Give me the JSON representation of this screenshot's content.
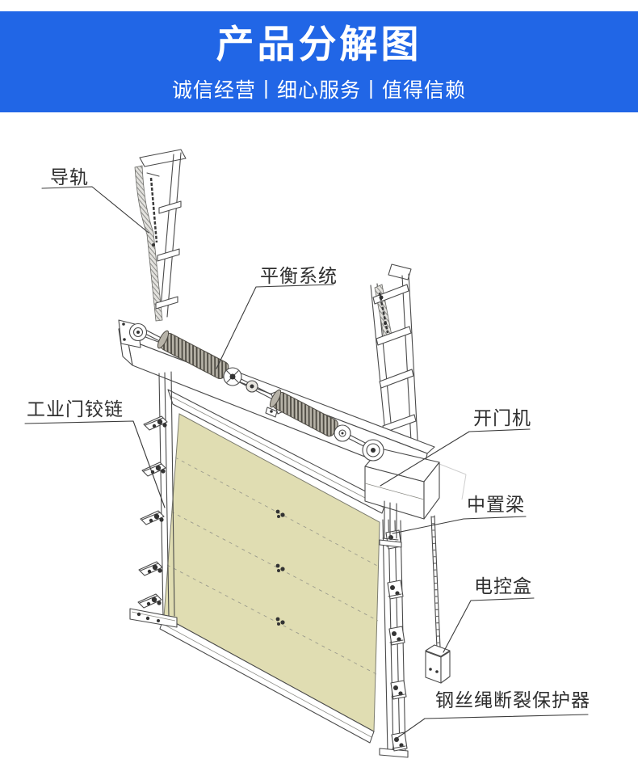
{
  "header": {
    "title": "产品分解图",
    "subtitle": "诚信经营丨细心服务丨值得信赖",
    "background_color": "#2166e6",
    "text_color": "#ffffff"
  },
  "diagram": {
    "description": "Exploded line drawing of an industrial sectional (overhead) door with torsion-spring balance system",
    "panel_color": "#e0ddb2",
    "line_color": "#4a4a4a",
    "labels": [
      {
        "id": "guide-rail",
        "text": "导轨"
      },
      {
        "id": "balance-system",
        "text": "平衡系统"
      },
      {
        "id": "industrial-door-hinge",
        "text": "工业门铰链"
      },
      {
        "id": "door-opener",
        "text": "开门机"
      },
      {
        "id": "center-beam",
        "text": "中置梁"
      },
      {
        "id": "electric-control-box",
        "text": "电控盒"
      },
      {
        "id": "wire-rope-break-protector",
        "text": "钢丝绳断裂保护器"
      }
    ]
  }
}
